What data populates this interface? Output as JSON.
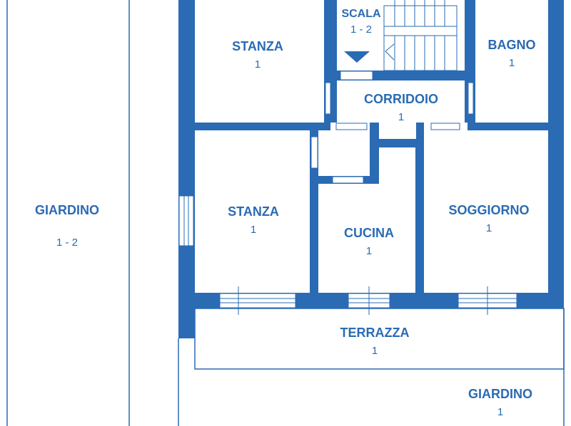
{
  "colors": {
    "wall": "#2a6bb3",
    "background": "#ffffff"
  },
  "rooms": {
    "stanza_top": {
      "name": "STANZA",
      "value": "1"
    },
    "scala": {
      "name": "SCALA",
      "value": "1 - 2"
    },
    "bagno": {
      "name": "BAGNO",
      "value": "1"
    },
    "corridoio": {
      "name": "CORRIDOIO",
      "value": "1"
    },
    "stanza_bottom": {
      "name": "STANZA",
      "value": "1"
    },
    "cucina": {
      "name": "CUCINA",
      "value": "1"
    },
    "soggiorno": {
      "name": "SOGGIORNO",
      "value": "1"
    },
    "terrazza": {
      "name": "TERRAZZA",
      "value": "1"
    },
    "giardino_left": {
      "name": "GIARDINO",
      "value": "1 - 2"
    },
    "giardino_bottom": {
      "name": "GIARDINO",
      "value": "1"
    }
  }
}
